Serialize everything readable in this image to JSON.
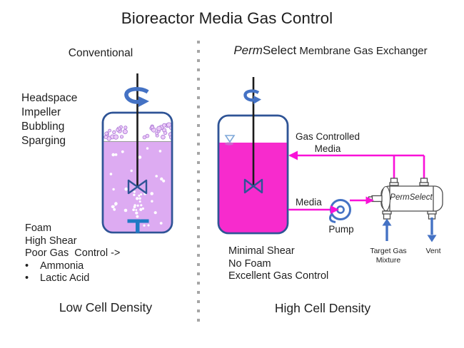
{
  "title": "Bioreactor Media Gas Control",
  "left": {
    "header": "Conventional",
    "methods": [
      "Headspace",
      "Impeller",
      "Bubbling",
      "Sparging"
    ],
    "issues": [
      "Foam",
      "High Shear",
      "Poor Gas  Control ->"
    ],
    "bullet_char": "•",
    "issue_bullets": [
      "Ammonia",
      "Lactic Acid"
    ],
    "footer": "Low Cell Density"
  },
  "right": {
    "header": {
      "brand_italic": "Perm",
      "brand_rest": "Select",
      "rest": " Membrane Gas Exchanger"
    },
    "gas_controlled_media": {
      "line1": "Gas Controlled",
      "line2": "Media"
    },
    "media_label": "Media",
    "pump_label": "Pump",
    "module_label": "PermSelect",
    "target_gas": {
      "line1": "Target Gas",
      "line2": "Mixture"
    },
    "vent_label": "Vent",
    "benefits": [
      "Minimal Shear",
      "No Foam",
      "Excellent Gas Control"
    ],
    "footer": "High Cell Density"
  },
  "colors": {
    "magenta": "#f911d8",
    "left_liquid": "#ddabf2",
    "right_liquid": "#f72bcd",
    "foam_fill": "#ecc9f8",
    "foam_stroke": "#a978d4",
    "vessel_border": "#2f5496",
    "steel_blue": "#4472c4",
    "sparger_blue": "#1f7ac4",
    "divider_gray": "#a6a6a6",
    "text": "#1f1f1f"
  }
}
